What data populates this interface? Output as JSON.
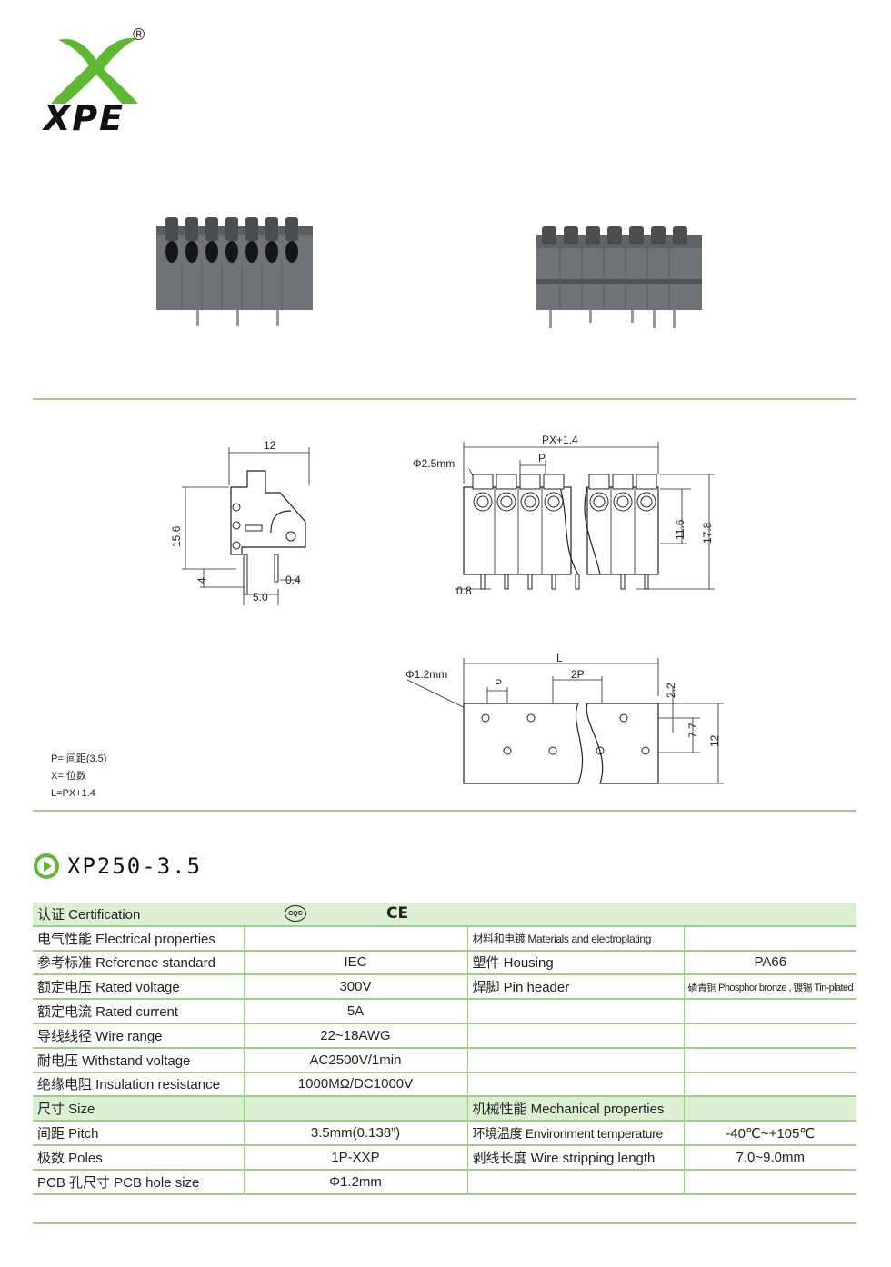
{
  "brand": {
    "name": "XPE",
    "registered_mark": "®"
  },
  "model": {
    "title": "XP250-3.5"
  },
  "drawing_labels": {
    "side_width": "12",
    "side_height": "15.6",
    "side_pin": "4",
    "side_pin_thick": "0.4",
    "side_pin_offset": "5.0",
    "front_total": "PX+1.4",
    "front_hole": "Φ2.5mm",
    "front_pitch": "P",
    "front_h1": "11.6",
    "front_h2": "17.8",
    "front_pin": "0.8",
    "pcb_len": "L",
    "pcb_hole": "Φ1.2mm",
    "pcb_pitch": "P",
    "pcb_2p": "2P",
    "pcb_d1": "2.2",
    "pcb_d2": "7.7",
    "pcb_d3": "12"
  },
  "notes": [
    "P= 间距(3.5)",
    "X= 位数",
    "L=PX+1.4"
  ],
  "specs": {
    "cert_label": "认证 Certification",
    "cert_icons": [
      "cqc-icon",
      "ce-icon"
    ],
    "cert_ce_text": "CE",
    "cert_cqc_text": "CQC",
    "electrical_label": "电气性能 Electrical properties",
    "materials_label": "材料和电镀 Materials and electroplating",
    "rows_electrical": [
      {
        "label": "参考标准 Reference standard",
        "value": "IEC",
        "m_label": "塑件 Housing",
        "m_value": "PA66"
      },
      {
        "label": "额定电压 Rated voltage",
        "value": "300V",
        "m_label": "焊脚 Pin header",
        "m_value": "磷青铜 Phosphor bronze , 镀锡 Tin-plated"
      },
      {
        "label": "额定电流 Rated current",
        "value": "5A",
        "m_label": "",
        "m_value": ""
      },
      {
        "label": "导线线径 Wire range",
        "value": "22~18AWG",
        "m_label": "",
        "m_value": ""
      },
      {
        "label": "耐电压 Withstand voltage",
        "value": "AC2500V/1min",
        "m_label": "",
        "m_value": ""
      },
      {
        "label": "绝缘电阻 Insulation resistance",
        "value": "1000MΩ/DC1000V",
        "m_label": "",
        "m_value": ""
      }
    ],
    "size_label": "尺寸 Size",
    "mechanical_label": "机械性能 Mechanical properties",
    "rows_size": [
      {
        "label": "间距 Pitch",
        "value": "3.5mm(0.138”)",
        "m_label": "环境温度 Environment temperature",
        "m_value": "-40℃~+105℃"
      },
      {
        "label": "极数 Poles",
        "value": "1P-XXP",
        "m_label": "剥线长度 Wire stripping length",
        "m_value": "7.0~9.0mm"
      },
      {
        "label": "PCB 孔尺寸 PCB hole size",
        "value": "Φ1.2mm",
        "m_label": "",
        "m_value": ""
      }
    ]
  },
  "colors": {
    "accent_green": "#9ccf8a",
    "logo_green": "#5fb832",
    "header_fill": "#dcefd3",
    "product_gray": "#6f7378"
  }
}
